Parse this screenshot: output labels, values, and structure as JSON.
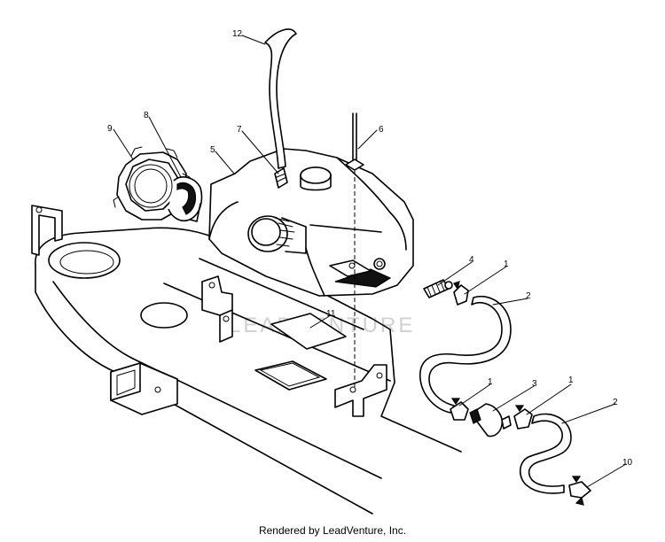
{
  "callouts": {
    "c1a": "1",
    "c1b": "1",
    "c1c": "1",
    "c2a": "2",
    "c2b": "2",
    "c3": "3",
    "c4": "4",
    "c5": "5",
    "c6": "6",
    "c7": "7",
    "c8": "8",
    "c9": "9",
    "c10": "10",
    "c11": "11",
    "c12": "12"
  },
  "watermark": "LEADVENTURE",
  "credit": "Rendered by LeadVenture, Inc.",
  "colors": {
    "ink": "#000000",
    "paper": "#ffffff",
    "watermark": "#d0d0d0"
  }
}
